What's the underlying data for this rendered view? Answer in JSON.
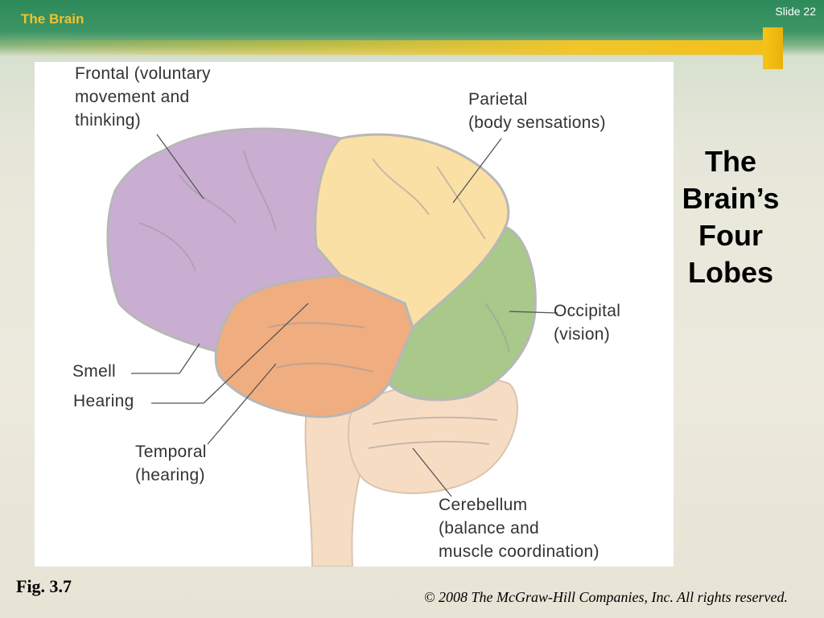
{
  "header": {
    "title": "The Brain",
    "slide_number": "Slide 22"
  },
  "side_title": "The Brain’s Four Lobes",
  "figure": {
    "labels": {
      "frontal": "Frontal (voluntary\nmovement and\nthinking)",
      "parietal": "Parietal\n(body sensations)",
      "occipital": "Occipital\n(vision)",
      "smell": "Smell",
      "hearing": "Hearing",
      "temporal": "Temporal\n(hearing)",
      "cerebellum": "Cerebellum\n(balance and\nmuscle coordination)"
    },
    "lobe_colors": {
      "frontal": "#c9aed2",
      "parietal": "#fbe0a5",
      "occipital": "#a8c98a",
      "temporal": "#f0ad80",
      "cerebellum": "#f7dcc4",
      "brainstem": "#f7dcc4"
    }
  },
  "footer": {
    "figure_ref": "Fig. 3.7",
    "copyright": "© 2008 The McGraw-Hill Companies, Inc. All rights reserved."
  }
}
